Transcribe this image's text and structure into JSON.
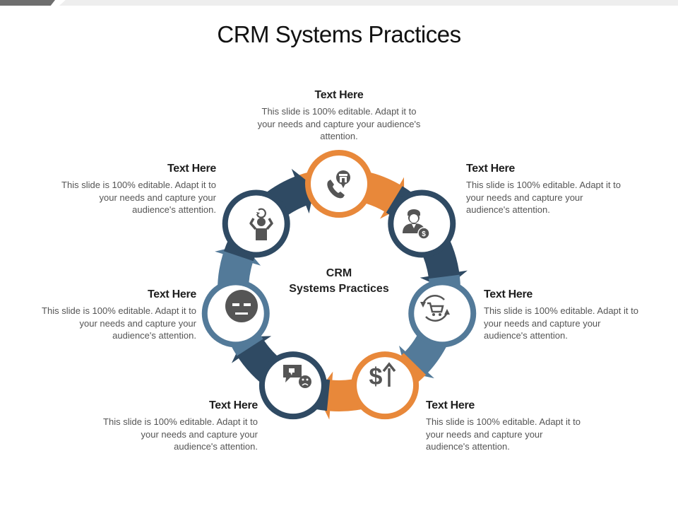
{
  "title": "CRM Systems Practices",
  "center": {
    "line1": "CRM",
    "line2": "Systems Practices"
  },
  "colors": {
    "orange": "#E8883A",
    "navy": "#2F4A63",
    "steel": "#537A99",
    "icon": "#555555"
  },
  "items": [
    {
      "heading": "Text Here",
      "body": "This slide is 100% editable. Adapt it to your needs and capture your audience's attention.",
      "icon": "phone-shop-icon"
    },
    {
      "heading": "Text Here",
      "body": "This slide is 100% editable. Adapt it to your needs and capture your audience's attention.",
      "icon": "customer-dollar-icon"
    },
    {
      "heading": "Text Here",
      "body": "This slide is 100% editable. Adapt it to your needs and capture your audience's attention.",
      "icon": "cart-cycle-icon"
    },
    {
      "heading": "Text Here",
      "body": "This slide is 100% editable. Adapt it to your needs and capture your audience's attention.",
      "icon": "dollar-up-icon"
    },
    {
      "heading": "Text Here",
      "body": "This slide is 100% editable. Adapt it to your needs and capture your audience's attention.",
      "icon": "feedback-icon"
    },
    {
      "heading": "Text Here",
      "body": "This slide is 100% editable. Adapt it to your needs and capture your audience's attention.",
      "icon": "annoyed-face-icon"
    },
    {
      "heading": "Text Here",
      "body": "This slide is 100% editable. Adapt it to your needs and capture your audience's attention.",
      "icon": "stressed-person-icon"
    }
  ]
}
